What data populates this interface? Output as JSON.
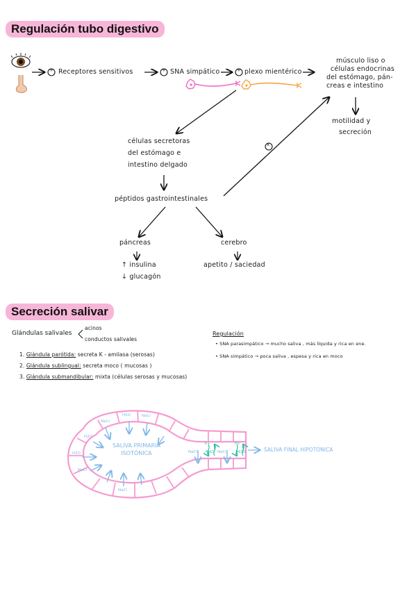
{
  "section1": {
    "title": "Regulación tubo digestivo",
    "receptores": "Receptores sensitivos",
    "sna_simpatico": "SNA simpático",
    "plexo": "plexo mientérico",
    "musculo": [
      "músculo liso o",
      "células endocrinas",
      "del estómago, pán-",
      "creas e intestino"
    ],
    "motilidad": [
      "motilidad y",
      "secreción"
    ],
    "celulas": [
      "células secretoras",
      "del estómago e",
      "intestino delgado"
    ],
    "peptidos": "péptidos gastrointestinales",
    "pancreas": "páncreas",
    "insulina": "↑ insulina",
    "glucagon": "↓ glucagón",
    "cerebro": "cerebro",
    "apetito": "apetito / saciedad",
    "plus": "+",
    "circle_x": "x"
  },
  "section2": {
    "title": "Secreción salivar",
    "glandulas": "Glándulas salivales",
    "acinos": "acinos",
    "conductos": "conductos salivales",
    "list": [
      {
        "num": "1.",
        "name": "Glándula parótida:",
        "desc": "secreta K - amilasa  (serosas)"
      },
      {
        "num": "2.",
        "name": "Glándula sublingual:",
        "desc": "secreta moco  ( mucosas )"
      },
      {
        "num": "3.",
        "name": "Glándula submandibular:",
        "desc": "mixta  (células serosas  y  mucosas)"
      }
    ],
    "regulacion_title": "Regulación",
    "regulacion": [
      "SNA parasimpático → mucho saliva , más líquida y rica en ene.",
      "SNA simpático → poca saliva , espesa y rica en moco"
    ]
  },
  "diagram": {
    "saliva_primaria": [
      "SALIVA PRIMARIA",
      "ISOTÓNICA"
    ],
    "saliva_final": "SALIVA FINAL HIPOTÓNICA",
    "labels": {
      "h2o_top": "H2O",
      "nacl_top": "NaCl",
      "h2o_left1": "H2O",
      "h2o_left2": "H2O",
      "nacl_left": "NaCl",
      "nacl_bottom": "NaCl",
      "nacl_duct1": "NaCl",
      "nacl_duct2": "NaCl",
      "hco3": "HCO3",
      "k": "K+",
      "nacl_green": "NaCl",
      "h": "H+",
      "hco3_green": "HCO3"
    }
  },
  "colors": {
    "title_bg": "#f7b6d8",
    "pink": "#f59bd0",
    "blue": "#7fb6e8",
    "green": "#2fbf9f",
    "orange": "#f5a742"
  }
}
